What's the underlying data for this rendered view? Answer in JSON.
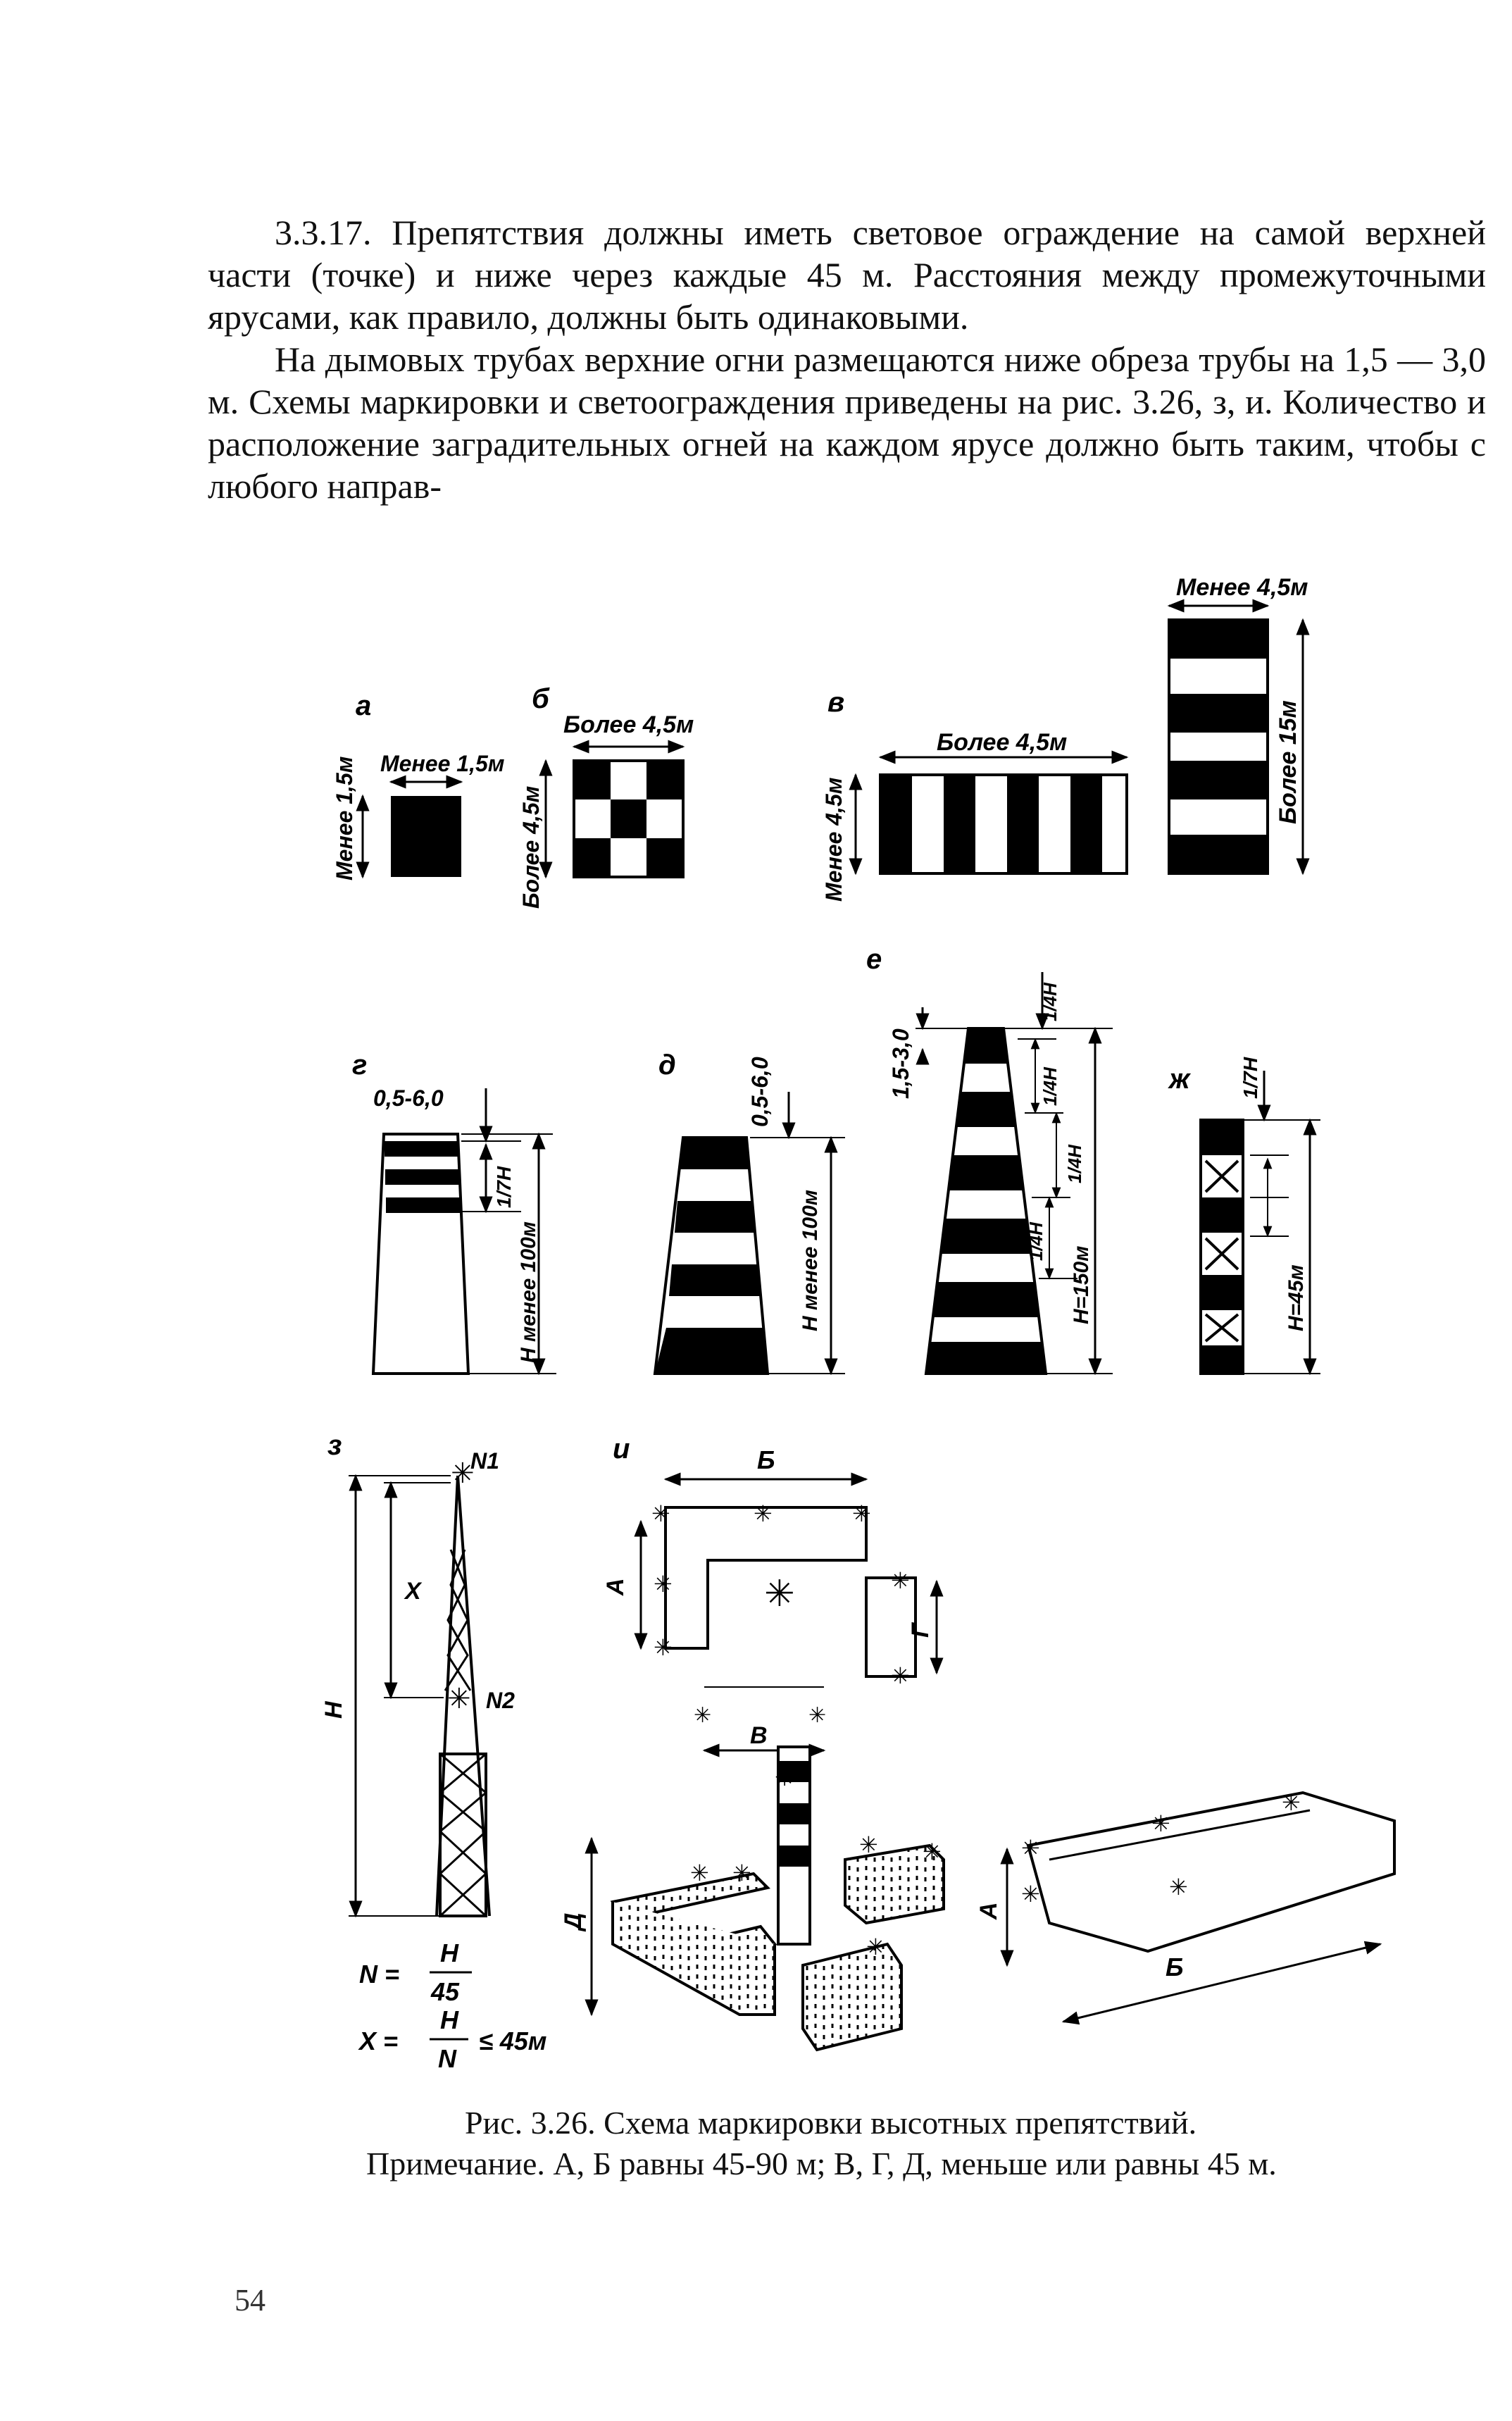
{
  "paragraphs": [
    "3.3.17. Препятствия должны иметь световое ограждение на самой верхней части (точке) и ниже через каждые 45 м. Расстояния между промежуточными ярусами, как правило, должны быть одинаковыми.",
    "На дымовых трубах верхние огни размещаются ниже обреза трубы на 1,5 — 3,0 м. Схемы маркировки и светоограждения приведены на рис. 3.26, з, и. Количество и расположение заградительных огней на каждом ярусе должно быть таким, чтобы с любого направ-"
  ],
  "figure_labels": {
    "a": "а",
    "b": "б",
    "v": "в",
    "g": "г",
    "d": "д",
    "e": "е",
    "zh": "ж",
    "z": "з",
    "i": "и",
    "a_width": "Менее 1,5м",
    "a_height": "Менее 1,5м",
    "b_width": "Более 4,5м",
    "b_height": "Более 4,5м",
    "v_width": "Более 4,5м",
    "v_height": "Менее 4,5м",
    "v2_width": "Менее 4,5м",
    "v2_height": "Более 15м",
    "g_top": "0,5-6,0",
    "g_seventh": "1/7H",
    "g_height": "H менее 100м",
    "d_top": "0,5-6,0",
    "d_height": "H менее 100м",
    "e_top": "1,5-3,0",
    "e_quarter1": "1/4H",
    "e_quarter2": "1/4H",
    "e_quarter3": "1/4H",
    "e_quarter4": "1/4H",
    "e_height": "H=150м",
    "zh_top": "1/7H",
    "zh_height": "H=45м",
    "z_n1": "N1",
    "z_n2": "N2",
    "z_x": "X",
    "z_h": "H",
    "z_formula_n_left": "N =",
    "z_formula_n_num": "H",
    "z_formula_n_den": "45",
    "z_formula_x_left": "X =",
    "z_formula_x_num": "H",
    "z_formula_x_den": "N",
    "z_formula_x_right": "≤ 45м",
    "i_b_top": "Б",
    "i_a_left": "А",
    "i_g": "Г",
    "i_v": "В",
    "i_d": "Д",
    "i_a_right": "А",
    "i_b_bottom": "Б"
  },
  "caption": {
    "line1": "Рис. 3.26. Схема маркировки высотных препятствий.",
    "line2": "Примечание. А, Б равны 45-90 м; В, Г, Д, меньше или равны 45 м."
  },
  "page_number": "54"
}
